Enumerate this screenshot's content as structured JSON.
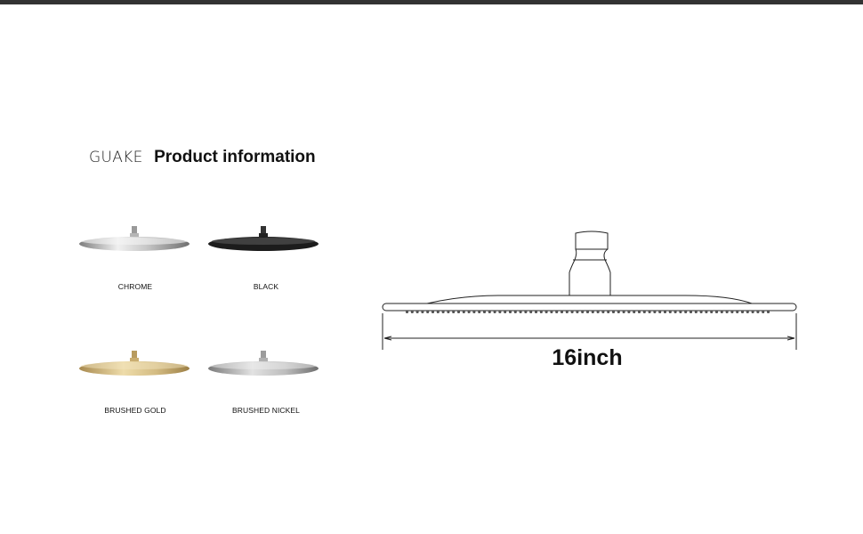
{
  "top_bar": {
    "color": "#333333"
  },
  "header": {
    "brand": "GUAKE",
    "title": "Product information"
  },
  "finishes": [
    {
      "label": "CHROME",
      "color_light": "#e6e6e6",
      "color_dark": "#8a8a8a"
    },
    {
      "label": "BLACK",
      "color_light": "#555555",
      "color_dark": "#1a1a1a"
    },
    {
      "label": "BRUSHED GOLD",
      "color_light": "#e3cf9c",
      "color_dark": "#a8894f"
    },
    {
      "label": "BRUSHED NICKEL",
      "color_light": "#d9d9d9",
      "color_dark": "#8c8c8c"
    }
  ],
  "drawing": {
    "dimension_label": "16inch",
    "icon": "shower-head-outline"
  }
}
